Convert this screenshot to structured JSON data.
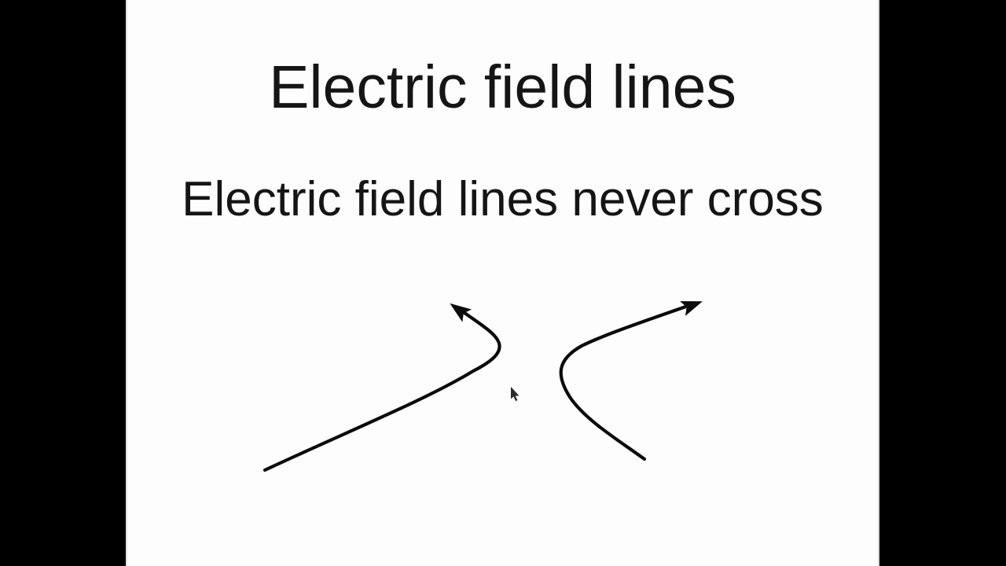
{
  "slide": {
    "title": "Electric field lines",
    "subtitle": "Electric field lines never cross"
  },
  "diagram": {
    "description": "Two curved electric field lines with arrowheads that bend away from each other, approaching near the middle but never crossing",
    "left_line": "curves up from lower-left, bulges right, hooks back ending in an up-left arrowhead",
    "right_line": "curves up from lower-right, bulges left, ends in an up-right arrowhead",
    "cursor": "mouse pointer resting in the gap between the two lines"
  },
  "colors": {
    "letterbox": "#000000",
    "slide_background": "#fdfdfd",
    "text": "#151515",
    "line": "#0b0b0b",
    "cursor": "#2a2a2a"
  },
  "icons": {
    "left_arrowhead": "arrow-up-left",
    "right_arrowhead": "arrow-up-right",
    "cursor_icon": "mouse-pointer"
  }
}
